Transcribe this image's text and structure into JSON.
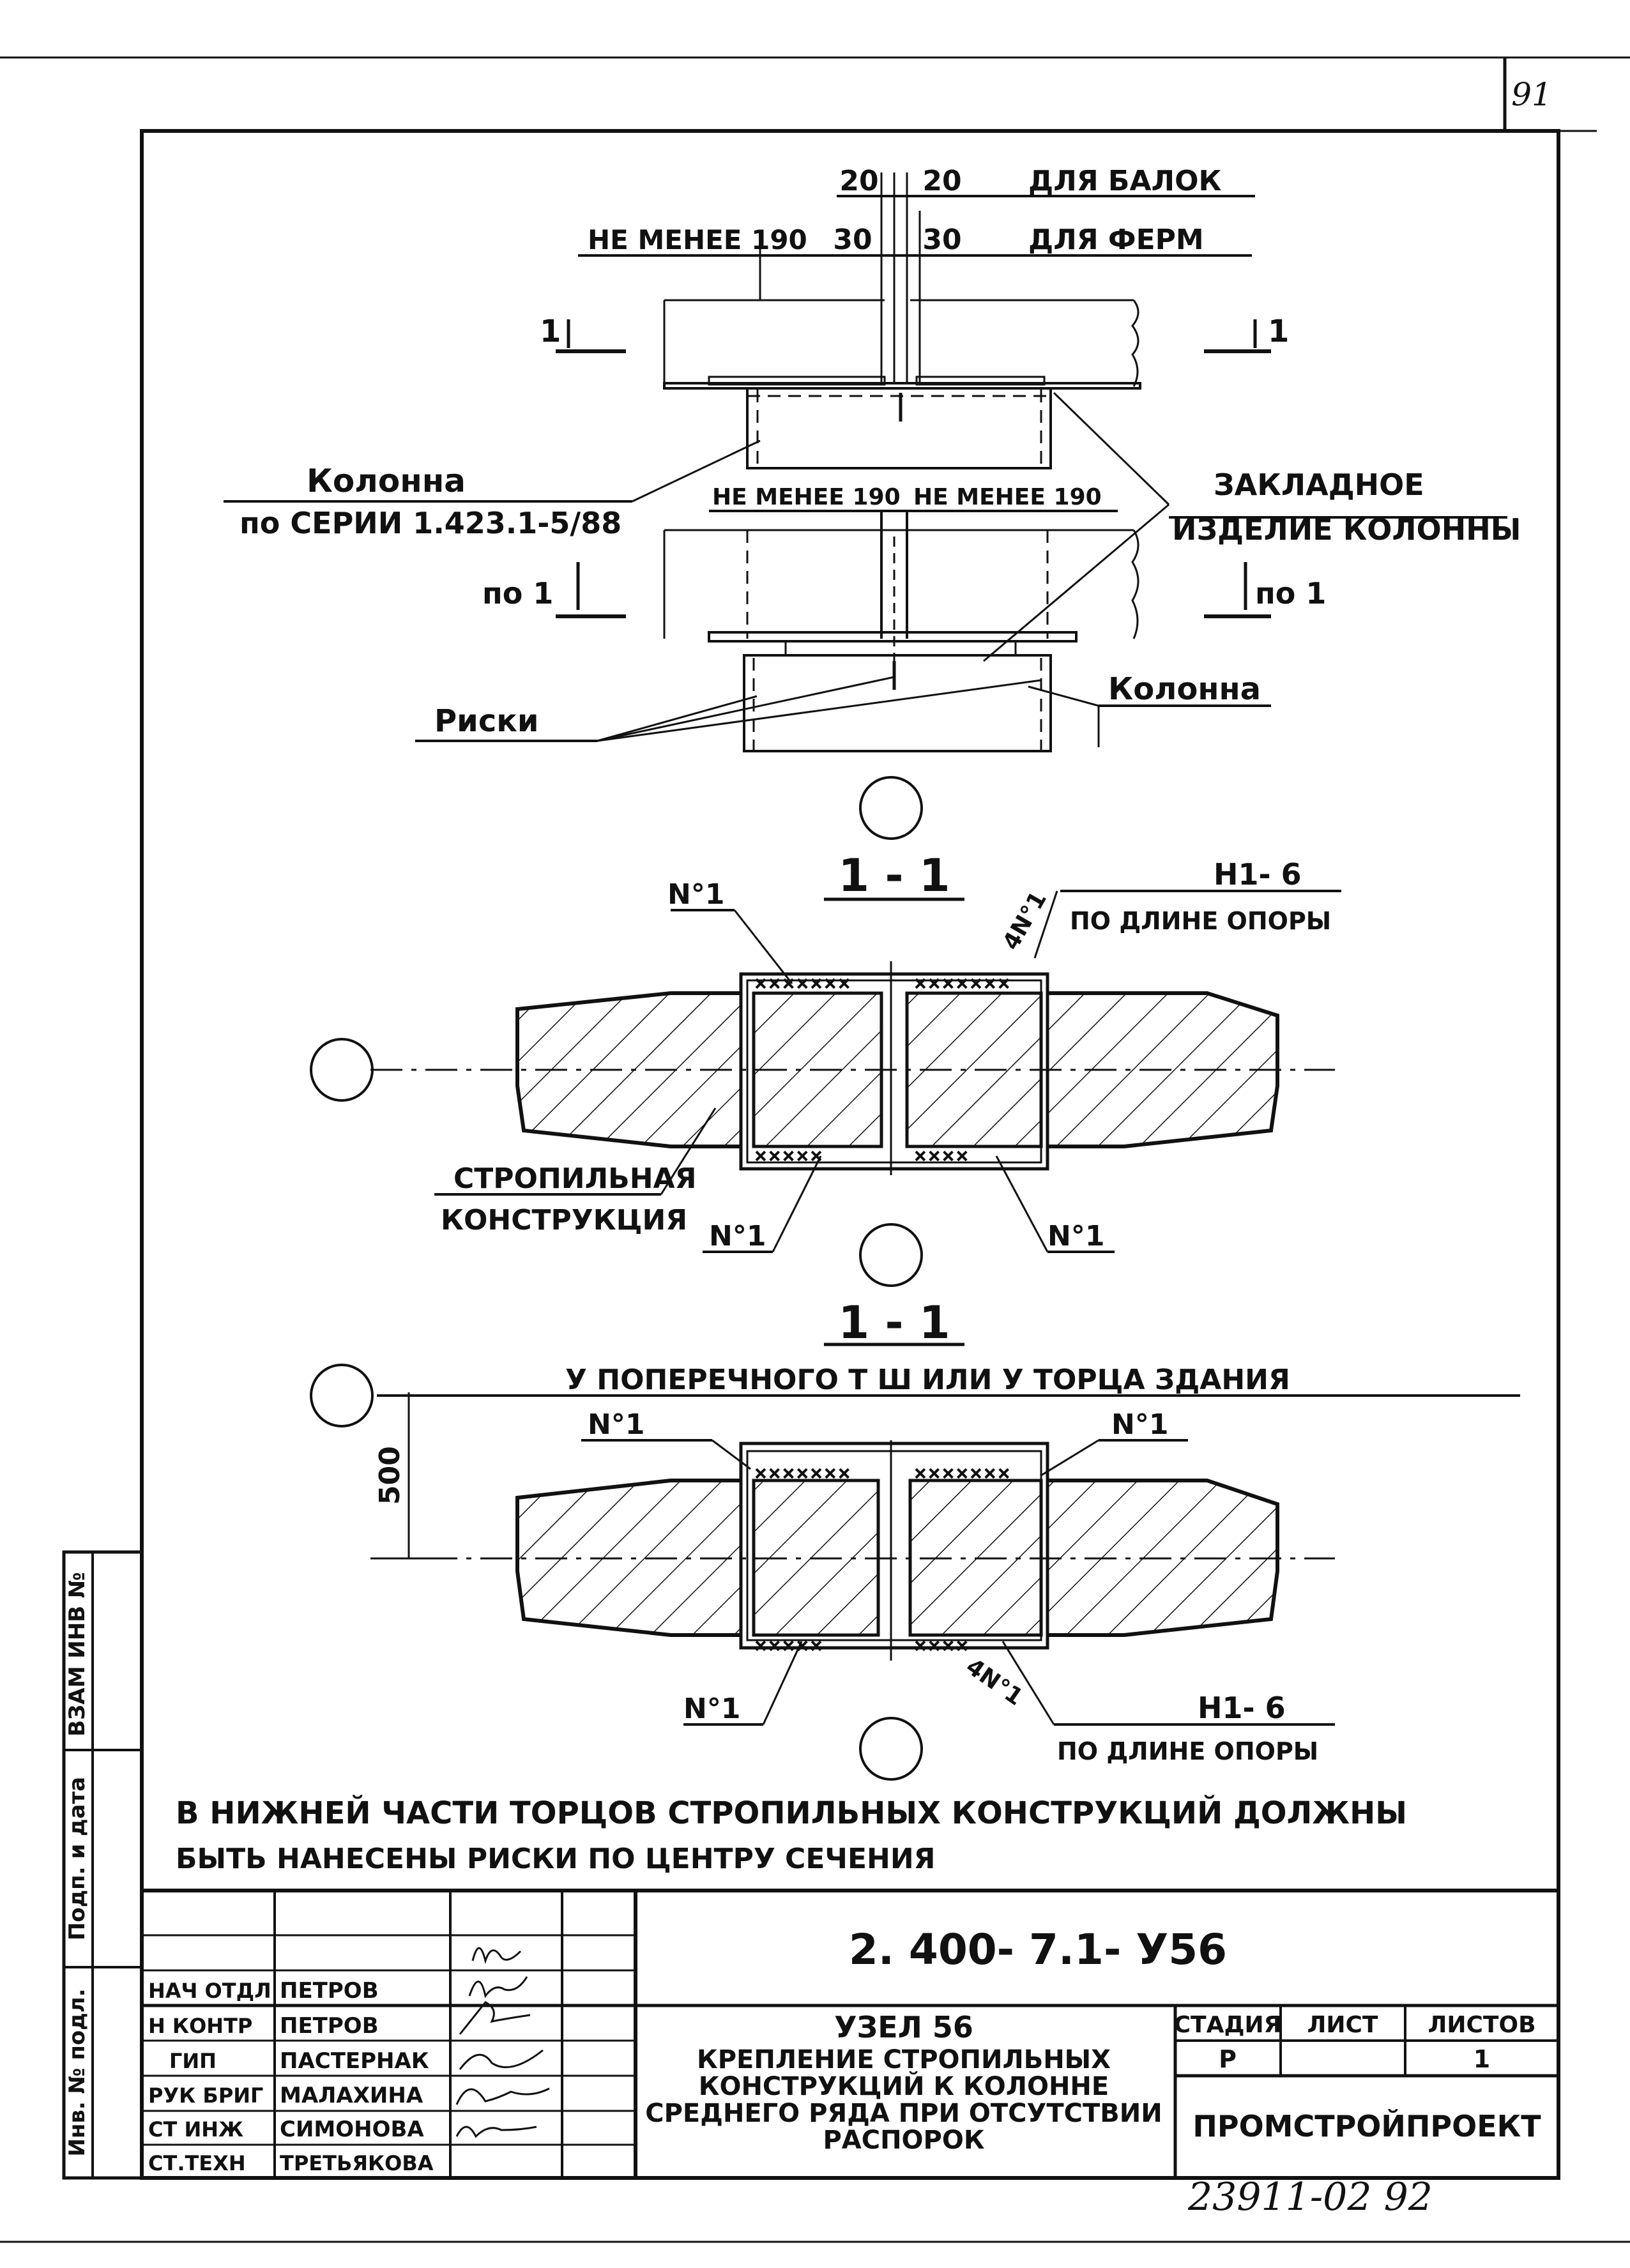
{
  "page_number": "91",
  "dims": {
    "beams": "20",
    "beams_right": "20",
    "beams_label": "ДЛЯ  БАЛОК",
    "min_label": "НЕ МЕНЕЕ 190",
    "trusses": "30",
    "trusses_right": "30",
    "trusses_label": "ДЛЯ  ФЕРМ",
    "min_left_2": "НЕ МЕНЕЕ 190",
    "min_right_2": "НЕ МЕНЕЕ 190",
    "h500": "500"
  },
  "labels": {
    "section_left": "1",
    "section_right": "1",
    "section_left_2": "по 1",
    "section_right_2": "по 1",
    "column_series_1": "Колонна",
    "column_series_2": "по  СЕРИИ  1.423.1-5/88",
    "embedded_1": "ЗАКЛАДНОЕ",
    "embedded_2": "ИЗДЕЛИЕ  КОЛОННЫ",
    "marks": "Риски",
    "column": "Колонна",
    "section_title_1": "1 - 1",
    "n1_top": "N°1",
    "weld_label": "4N°1",
    "h1_label": "Н1-  6",
    "along_support": "ПО ДЛИНЕ ОПОРЫ",
    "rafter_1": "СТРОПИЛЬНАЯ",
    "rafter_2": "КОНСТРУКЦИЯ",
    "n1_bottom_left": "N°1",
    "n1_bottom_right": "N°1",
    "section_title_2": "1 - 1",
    "section_subtitle_2": "У  ПОПЕРЕЧНОГО  Т Ш  ИЛИ  У ТОРЦА  ЗДАНИЯ",
    "n1_s2_left": "N°1",
    "n1_s2_right": "N°1",
    "n1_s2_bottom": "N°1",
    "weld_label_2": "4N°1",
    "h1_label_2": "Н1-  6",
    "along_support_2": "ПО ДЛИНЕ ОПОРЫ"
  },
  "note": {
    "line1": "В  НИЖНЕЙ  ЧАСТИ  ТОРЦОВ  СТРОПИЛЬНЫХ  КОНСТРУКЦИЙ  ДОЛЖНЫ",
    "line2": "БЫТЬ  НАНЕСЕНЫ  РИСКИ  ПО ЦЕНТРУ  СЕЧЕНИЯ"
  },
  "side_stamp": {
    "vzam": "ВЗАМ ИНВ №",
    "podp": "Подп. и дата",
    "inv": "Инв. № подл."
  },
  "title_block": {
    "doc_code": "2. 400- 7.1- У56",
    "title_main": "УЗЕЛ  56",
    "title_desc": [
      "КРЕПЛЕНИЕ  СТРОПИЛЬНЫХ",
      "КОНСТРУКЦИЙ  К  КОЛОННЕ",
      "СРЕДНЕГО  РЯДА  ПРИ  ОТСУТСТВИИ",
      "РАСПОРОК"
    ],
    "stage_header": "СТАДИЯ",
    "sheet_header": "ЛИСТ",
    "sheets_header": "ЛИСТОВ",
    "stage": "Р",
    "sheet": "",
    "sheets": "1",
    "org": "ПРОМСТРОЙПРОЕКТ",
    "roles": [
      {
        "role": "НАЧ ОТДЛ",
        "name": "ПЕТРОВ"
      },
      {
        "role": "Н КОНТР",
        "name": "ПЕТРОВ"
      },
      {
        "role": "ГИП",
        "name": "ПАСТЕРНАК"
      },
      {
        "role": "РУК БРИГ",
        "name": "МАЛАХИНА"
      },
      {
        "role": "СТ ИНЖ",
        "name": "СИМОНОВА"
      },
      {
        "role": "СТ.ТЕХН",
        "name": "ТРЕТЬЯКОВА"
      }
    ]
  },
  "footer_code": "23911-02  92"
}
